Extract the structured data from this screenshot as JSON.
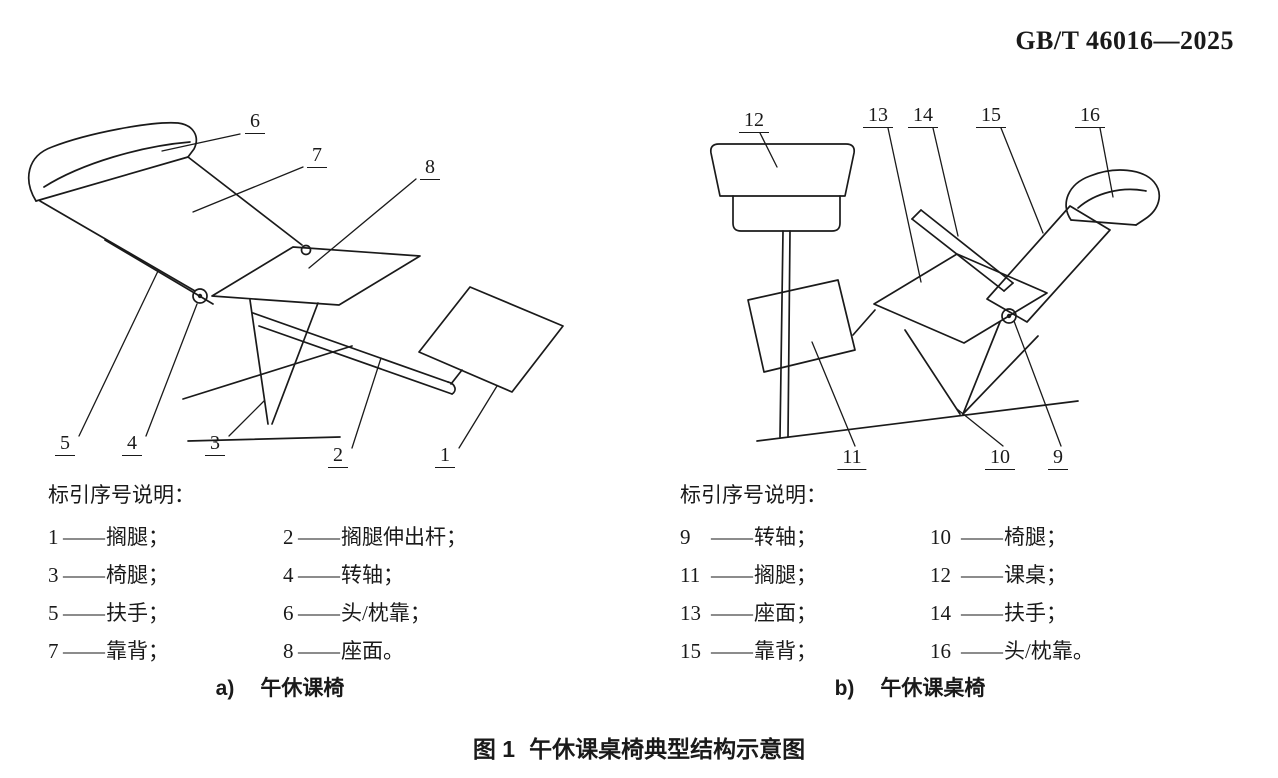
{
  "header": {
    "standard_number": "GB/T 46016—2025"
  },
  "dash": "——",
  "line_color": "#1a1a1a",
  "figure": {
    "number_label": "图 1",
    "title": "午休课桌椅典型结构示意图"
  },
  "panel_a": {
    "caption_letter": "a)",
    "caption": "午休课椅",
    "legend_title": "标引序号说明：",
    "legend": [
      {
        "num": "1",
        "label": "搁腿；"
      },
      {
        "num": "2",
        "label": "搁腿伸出杆；"
      },
      {
        "num": "3",
        "label": "椅腿；"
      },
      {
        "num": "4",
        "label": "转轴；"
      },
      {
        "num": "5",
        "label": "扶手；"
      },
      {
        "num": "6",
        "label": "头/枕靠；"
      },
      {
        "num": "7",
        "label": "靠背；"
      },
      {
        "num": "8",
        "label": "座面。"
      }
    ]
  },
  "panel_b": {
    "caption_letter": "b)",
    "caption": "午休课桌椅",
    "legend_title": "标引序号说明：",
    "legend": [
      {
        "num": "9",
        "label": "转轴；"
      },
      {
        "num": "10",
        "label": "椅腿；"
      },
      {
        "num": "11",
        "label": "搁腿；"
      },
      {
        "num": "12",
        "label": "课桌；"
      },
      {
        "num": "13",
        "label": "座面；"
      },
      {
        "num": "14",
        "label": "扶手；"
      },
      {
        "num": "15",
        "label": "靠背；"
      },
      {
        "num": "16",
        "label": "头/枕靠。"
      }
    ]
  }
}
